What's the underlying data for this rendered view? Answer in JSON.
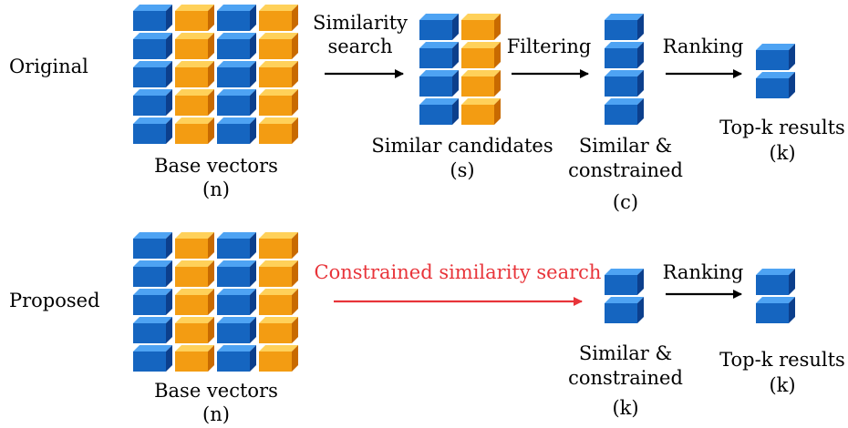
{
  "colors": {
    "blue_front": "#1565c0",
    "blue_top": "#4ea3f3",
    "blue_side": "#0c3f8c",
    "orange_front": "#f39c12",
    "orange_top": "#ffd15a",
    "orange_side": "#c86a00",
    "arrow": "#000000",
    "proposed_arrow": "#e8343a"
  },
  "rows": {
    "original": {
      "label": "Original",
      "stages": {
        "base": {
          "line1": "Base vectors",
          "line2": "(n)"
        },
        "candidates": {
          "line1": "Similar candidates",
          "line2": "(s)"
        },
        "constrained": {
          "line1": "Similar &",
          "line2": "constrained",
          "line3": "(c)"
        },
        "topk": {
          "line1": "Top-k results",
          "line2": "(k)"
        }
      },
      "arrows": {
        "search": {
          "line1": "Similarity",
          "line2": "search"
        },
        "filter": {
          "line1": "Filtering"
        },
        "rank": {
          "line1": "Ranking"
        }
      }
    },
    "proposed": {
      "label": "Proposed",
      "stages": {
        "base": {
          "line1": "Base vectors",
          "line2": "(n)"
        },
        "constrained": {
          "line1": "Similar &",
          "line2": "constrained",
          "line3": "(k)"
        },
        "topk": {
          "line1": "Top-k results",
          "line2": "(k)"
        }
      },
      "arrows": {
        "search": {
          "line1": "Constrained similarity search"
        },
        "rank": {
          "line1": "Ranking"
        }
      }
    }
  }
}
